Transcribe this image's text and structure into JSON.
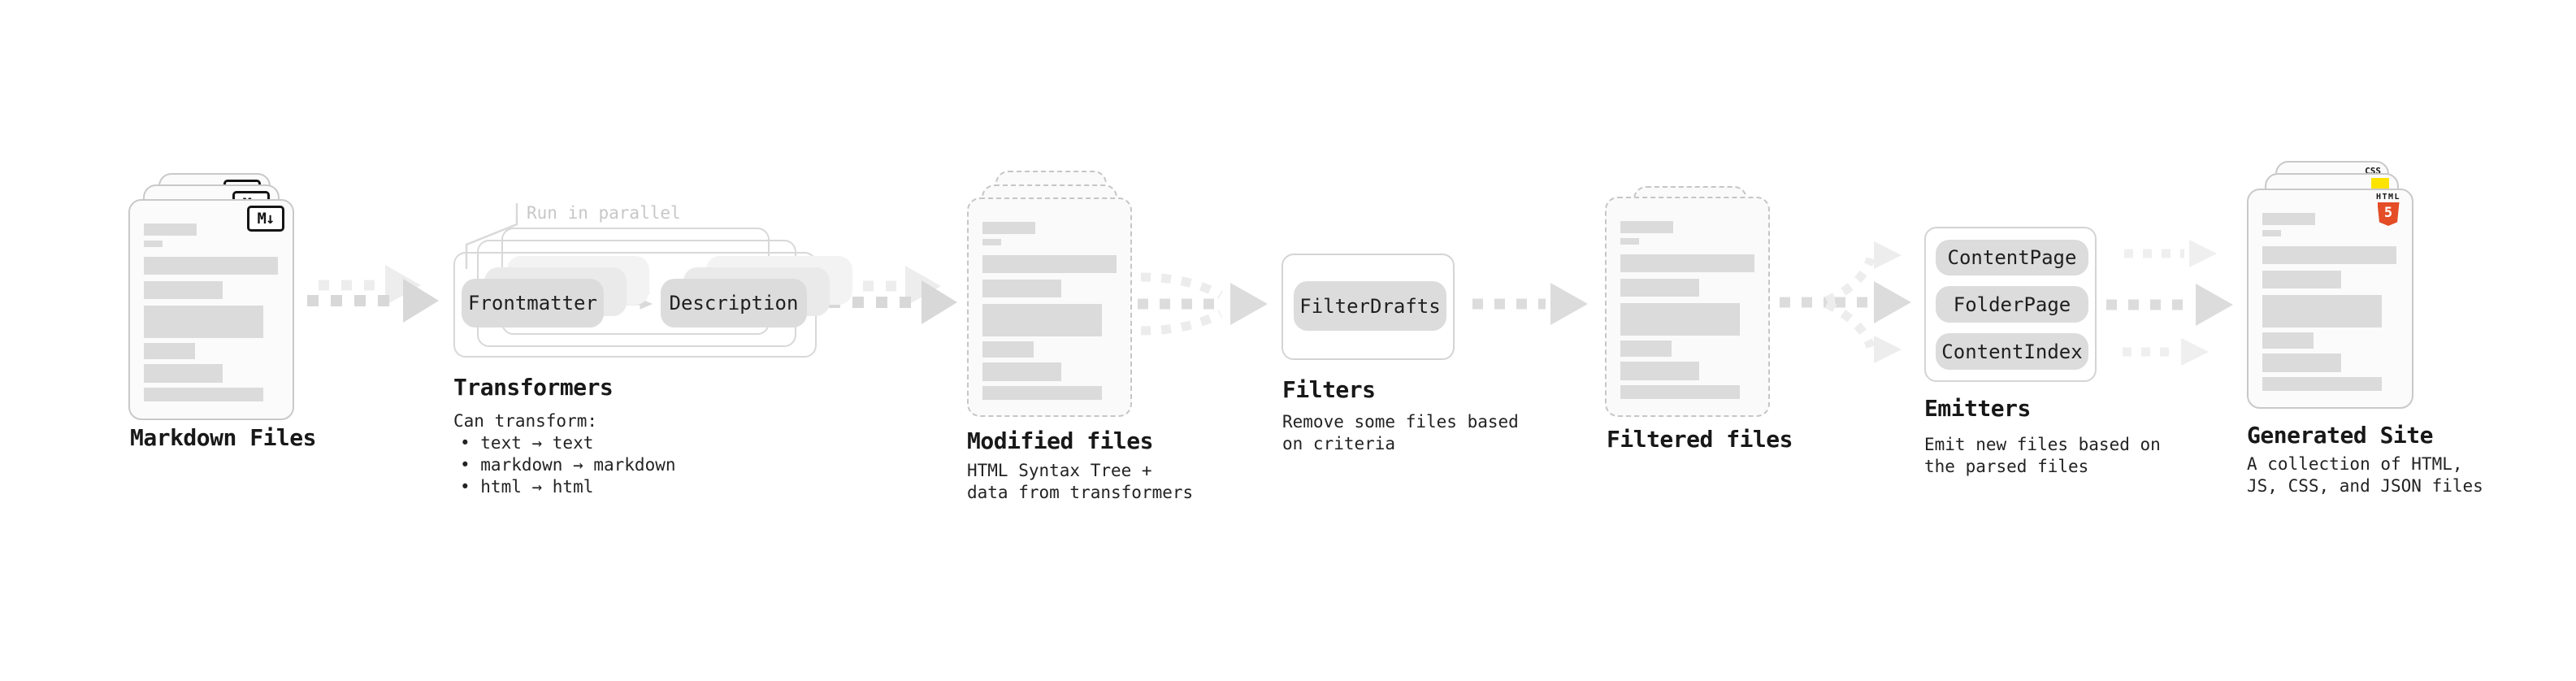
{
  "colors": {
    "diagram_gray": "#d8d8d8",
    "faint_gray": "#eeeeee",
    "card_border": "#c9c9c9",
    "placeholder_bar": "#dbdbdb",
    "pill_fill": "#dcdcdc",
    "text": "#1a1a1a",
    "html5_orange": "#e44d26",
    "js_yellow": "#fde300",
    "css_blue": "#2f66e0"
  },
  "stages": {
    "markdown": {
      "label": "Markdown Files",
      "badge": "M↓"
    },
    "transformers": {
      "label": "Transformers",
      "note": "Run in parallel",
      "pill_left": "Frontmatter",
      "pill_right": "Description",
      "desc_title": "Can transform:",
      "bullets": [
        "• text → text",
        "• markdown → markdown",
        "• html → html"
      ]
    },
    "modified": {
      "label": "Modified files",
      "desc": "HTML Syntax Tree +\ndata from transformers"
    },
    "filters": {
      "label": "Filters",
      "pill": "FilterDrafts",
      "desc": "Remove some files based\non criteria"
    },
    "filtered": {
      "label": "Filtered files"
    },
    "emitters": {
      "label": "Emitters",
      "pills": [
        "ContentPage",
        "FolderPage",
        "ContentIndex"
      ],
      "desc": "Emit new files based on\nthe parsed files"
    },
    "generated": {
      "label": "Generated Site",
      "badge_css": "CSS",
      "badge_html_word": "HTML",
      "badge_html_number": "5",
      "desc": "A collection of HTML,\nJS, CSS, and JSON files"
    }
  }
}
